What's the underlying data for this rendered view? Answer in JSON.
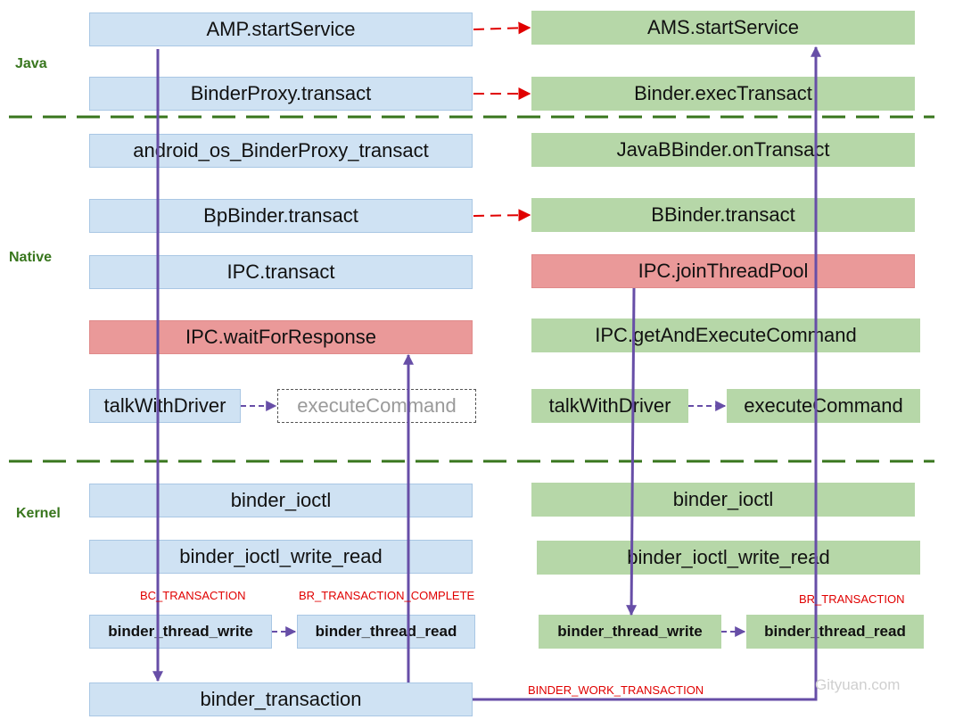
{
  "layers": {
    "java": "Java",
    "native": "Native",
    "kernel": "Kernel"
  },
  "client": {
    "amp_start_service": "AMP.startService",
    "binder_proxy_transact": "BinderProxy.transact",
    "android_os_binder_proxy_transact": "android_os_BinderProxy_transact",
    "bp_binder_transact": "BpBinder.transact",
    "ipc_transact": "IPC.transact",
    "ipc_wait_for_response": "IPC.waitForResponse",
    "talk_with_driver": "talkWithDriver",
    "execute_command": "executeCommand",
    "binder_ioctl": "binder_ioctl",
    "binder_ioctl_write_read": "binder_ioctl_write_read",
    "binder_thread_write": "binder_thread_write",
    "binder_thread_read": "binder_thread_read",
    "binder_transaction": "binder_transaction"
  },
  "server": {
    "ams_start_service": "AMS.startService",
    "binder_exec_transact": "Binder.execTransact",
    "java_bbinder_on_transact": "JavaBBinder.onTransact",
    "bbinder_transact": "BBinder.transact",
    "ipc_join_thread_pool": "IPC.joinThreadPool",
    "ipc_get_and_execute_command": "IPC.getAndExecuteCommand",
    "talk_with_driver": "talkWithDriver",
    "execute_command": "executeCommand",
    "binder_ioctl": "binder_ioctl",
    "binder_ioctl_write_read": "binder_ioctl_write_read",
    "binder_thread_write": "binder_thread_write",
    "binder_thread_read": "binder_thread_read"
  },
  "labels": {
    "bc_transaction": "BC_TRANSACTION",
    "br_transaction_complete": "BR_TRANSACTION_COMPLETE",
    "br_transaction": "BR_TRANSACTION",
    "binder_work_transaction": "BINDER_WORK_TRANSACTION"
  },
  "watermark": "Gityuan.com",
  "colors": {
    "client_box": "#cfe2f3",
    "server_box": "#b6d7a8",
    "highlight_box": "#ea9999",
    "flow_line": "#674ea7",
    "cross_arrow": "#e00000",
    "layer_divider": "#38761d"
  }
}
